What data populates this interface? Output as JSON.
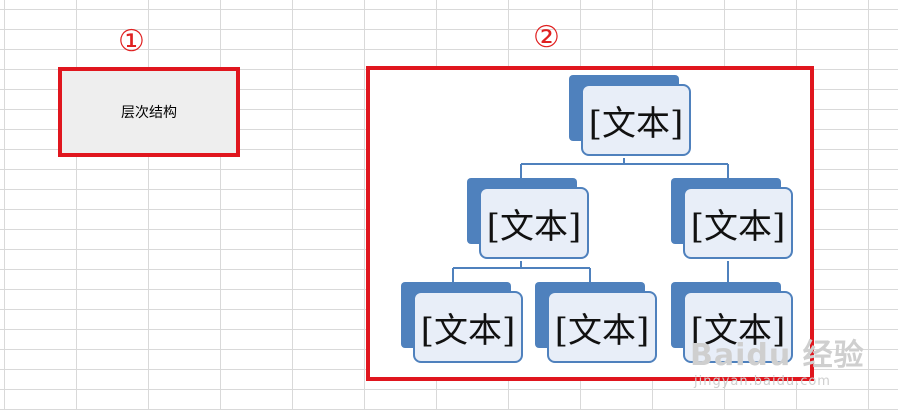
{
  "markers": {
    "first": "①",
    "second": "②"
  },
  "layout_option": {
    "label": "层次结构"
  },
  "smartart": {
    "root": "[文本]",
    "level2": [
      "[文本]",
      "[文本]"
    ],
    "level3": [
      "[文本]",
      "[文本]",
      "[文本]"
    ]
  },
  "watermark": {
    "brand": "Baidu 经验",
    "domain": "jingyan.baidu.com"
  },
  "colors": {
    "accent_red": "#e0161e",
    "node_blue": "#4f81bd",
    "node_fill": "#e8eef8"
  }
}
